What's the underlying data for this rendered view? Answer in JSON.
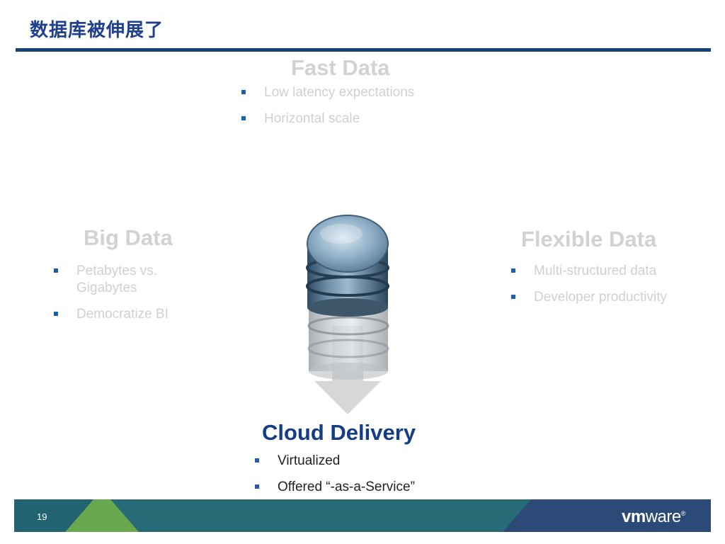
{
  "slide": {
    "title": "数据库被伸展了",
    "page_number": "19"
  },
  "fast_data": {
    "heading": "Fast Data",
    "bullets": [
      "Low latency expectations",
      "Horizontal scale"
    ]
  },
  "big_data": {
    "heading": "Big Data",
    "bullets": [
      "Petabytes vs. Gigabytes",
      "Democratize BI"
    ]
  },
  "flexible_data": {
    "heading": "Flexible Data",
    "bullets": [
      "Multi-structured data",
      "Developer productivity"
    ]
  },
  "cloud_delivery": {
    "heading": "Cloud Delivery",
    "bullets": [
      "Virtualized",
      "Offered “-as-a-Service”"
    ]
  },
  "logo": {
    "vm": "vm",
    "ware": "ware",
    "mark": "®"
  },
  "colors": {
    "title": "#1f3f8f",
    "rule": "#17427a",
    "faded_text": "#d0d0d0",
    "cloud_heading": "#143d86",
    "footer_green": "#6aa84f",
    "footer_teal": "#276b77",
    "footer_navy": "#2c4a78"
  },
  "icons": [
    "database-cylinder-icon",
    "down-arrow-icon",
    "bullet-square-icon"
  ]
}
